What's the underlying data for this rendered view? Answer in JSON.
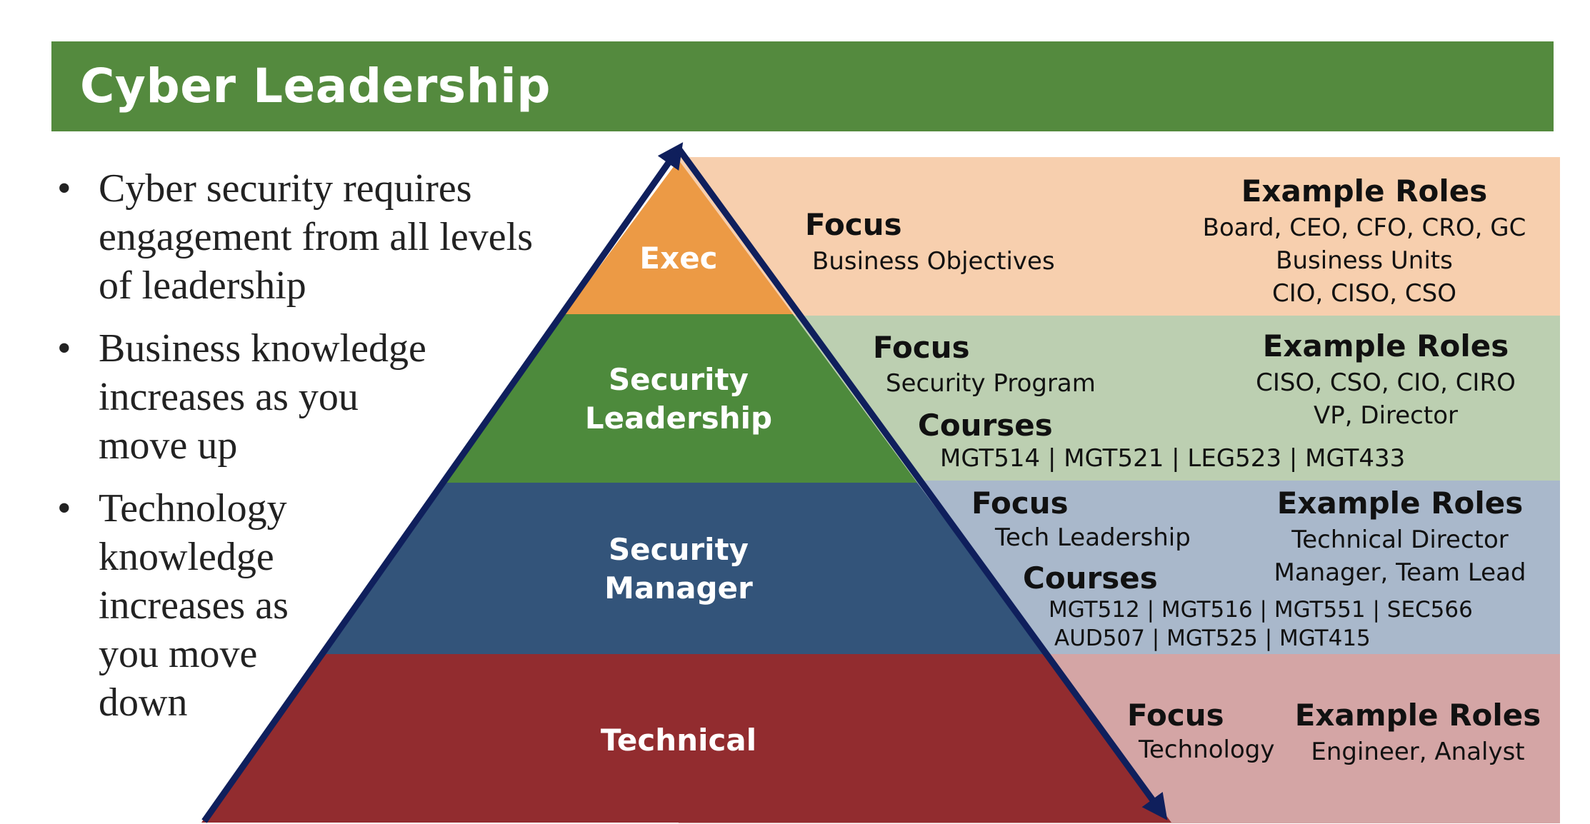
{
  "header": {
    "title": "Cyber Leadership"
  },
  "bullets": [
    "Cyber security requires\nengagement from all levels\nof leadership",
    "Business knowledge\nincreases as you\n move up",
    "Technology\nknowledge\n increases as\n you move\n down"
  ],
  "tiers": [
    {
      "label": "Exec",
      "color": "#ec9a45",
      "focus_heading": "Focus",
      "focus": "Business Objectives",
      "roles_heading": "Example Roles",
      "roles": [
        "Board, CEO, CFO, CRO, GC",
        "Business Units",
        "CIO, CISO, CSO"
      ]
    },
    {
      "label": "Security\nLeadership",
      "color": "#4d8a3c",
      "focus_heading": "Focus",
      "focus": "Security Program",
      "courses_heading": "Courses",
      "courses": [
        "MGT514 | MGT521 | LEG523 | MGT433"
      ],
      "roles_heading": "Example Roles",
      "roles": [
        "CISO, CSO, CIO, CIRO",
        "VP, Director"
      ]
    },
    {
      "label": "Security\nManager",
      "color": "#33547a",
      "focus_heading": "Focus",
      "focus": "Tech Leadership",
      "courses_heading": "Courses",
      "courses": [
        "MGT512 | MGT516 | MGT551 | SEC566",
        "AUD507 | MGT525 | MGT415"
      ],
      "roles_heading": "Example Roles",
      "roles": [
        "Technical Director",
        "Manager, Team Lead"
      ]
    },
    {
      "label": "Technical",
      "color": "#922c2f",
      "focus_heading": "Focus",
      "focus": "Technology",
      "roles_heading": "Example Roles",
      "roles": [
        "Engineer, Analyst"
      ]
    }
  ],
  "colors": {
    "title_bar": "#548a3e",
    "arrow": "#0f1f5c"
  }
}
